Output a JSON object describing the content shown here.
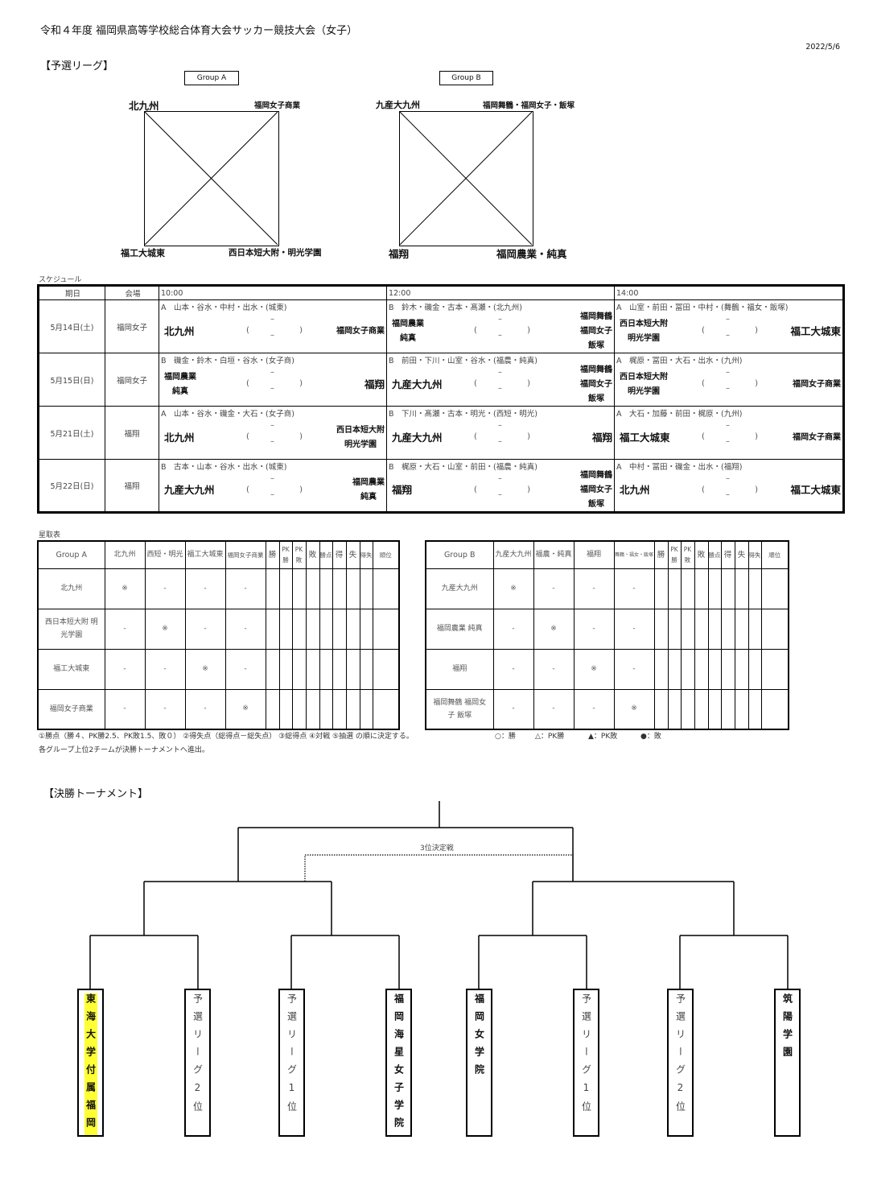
{
  "title": "令和４年度 福岡県高等学校総合体育大会サッカー競技大会（女子）",
  "date": "2022/5/6",
  "prelim_heading": "【予選リーグ】",
  "groupA": {
    "label": "Group A",
    "tl": "北九州",
    "tr": "福岡女子商業",
    "bl": "福工大城東",
    "br": "西日本短大附・明光学園"
  },
  "groupB": {
    "label": "Group B",
    "tl": "九産大九州",
    "tr": "福岡舞鶴・福岡女子・飯塚",
    "bl": "福翔",
    "br": "福岡農業・純真"
  },
  "schedule": {
    "label": "スケジュール",
    "headers": [
      "期日",
      "会場",
      "10:00",
      "12:00",
      "14:00"
    ],
    "score_parens": [
      "(",
      ")"
    ],
    "score_dash": "–",
    "rows": [
      {
        "date": "5月14日(土)",
        "venue": "福岡女子",
        "matches": [
          {
            "ref": "A　山本・谷水・中村・出水・(城東)",
            "left": [
              "北九州"
            ],
            "right": [
              "福岡女子商業"
            ]
          },
          {
            "ref": "B　鈴木・磯金・古本・髙瀬・(北九州)",
            "left": [
              "福岡農業",
              "純真"
            ],
            "right": [
              "福岡舞鶴",
              "福岡女子",
              "飯塚"
            ]
          },
          {
            "ref": "A　山室・前田・冨田・中村・(舞鶴・福女・飯塚)",
            "left": [
              "西日本短大附",
              "明光学園"
            ],
            "right": [
              "福工大城東"
            ]
          }
        ]
      },
      {
        "date": "5月15日(日)",
        "venue": "福岡女子",
        "matches": [
          {
            "ref": "B　磯金・鈴木・白垣・谷水・(女子商)",
            "left": [
              "福岡農業",
              "純真"
            ],
            "right": [
              "福翔"
            ]
          },
          {
            "ref": "B　前田・下川・山室・谷水・(福農・純真)",
            "left": [
              "九産大九州"
            ],
            "right": [
              "福岡舞鶴",
              "福岡女子",
              "飯塚"
            ]
          },
          {
            "ref": "A　梶原・冨田・大石・出水・(九州)",
            "left": [
              "西日本短大附",
              "明光学園"
            ],
            "right": [
              "福岡女子商業"
            ]
          }
        ]
      },
      {
        "date": "5月21日(土)",
        "venue": "福翔",
        "matches": [
          {
            "ref": "A　山本・谷水・磯金・大石・(女子商)",
            "left": [
              "北九州"
            ],
            "right": [
              "西日本短大附",
              "明光学園"
            ]
          },
          {
            "ref": "B　下川・髙瀬・古本・明光・(西短・明光)",
            "left": [
              "九産大九州"
            ],
            "right": [
              "福翔"
            ]
          },
          {
            "ref": "A　大石・加藤・前田・梶原・(九州)",
            "left": [
              "福工大城東"
            ],
            "right": [
              "福岡女子商業"
            ]
          }
        ]
      },
      {
        "date": "5月22日(日)",
        "venue": "福翔",
        "matches": [
          {
            "ref": "B　古本・山本・谷水・出水・(城東)",
            "left": [
              "九産大九州"
            ],
            "right": [
              "福岡農業",
              "純真"
            ]
          },
          {
            "ref": "B　梶原・大石・山室・前田・(福農・純真)",
            "left": [
              "福翔"
            ],
            "right": [
              "福岡舞鶴",
              "福岡女子",
              "飯塚"
            ]
          },
          {
            "ref": "A　中村・冨田・磯金・出水・(福翔)",
            "left": [
              "北九州"
            ],
            "right": [
              "福工大城東"
            ]
          }
        ]
      }
    ]
  },
  "standings": {
    "label": "星取表",
    "stat_headers": [
      "勝",
      "PK勝",
      "PK敗",
      "敗",
      "勝点",
      "得",
      "失",
      "得失",
      "順位"
    ],
    "groupA": {
      "title": "Group A",
      "cols": [
        "北九州",
        "西短・明光",
        "福工大城東",
        "福岡女子商業"
      ],
      "rows": [
        {
          "team": "北九州",
          "cells": [
            "※",
            "-",
            "-",
            "-"
          ]
        },
        {
          "team": "西日本短大附 明光学園",
          "cells": [
            "-",
            "※",
            "-",
            "-"
          ]
        },
        {
          "team": "福工大城東",
          "cells": [
            "-",
            "-",
            "※",
            "-"
          ]
        },
        {
          "team": "福岡女子商業",
          "cells": [
            "-",
            "-",
            "-",
            "※"
          ]
        }
      ]
    },
    "groupB": {
      "title": "Group B",
      "cols": [
        "九産大九州",
        "福農・純真",
        "福翔",
        "舞鶴・福女・飯塚"
      ],
      "rows": [
        {
          "team": "九産大九州",
          "cells": [
            "※",
            "-",
            "-",
            "-"
          ]
        },
        {
          "team": "福岡農業 純真",
          "cells": [
            "-",
            "※",
            "-",
            "-"
          ]
        },
        {
          "team": "福翔",
          "cells": [
            "-",
            "-",
            "※",
            "-"
          ]
        },
        {
          "team": "福岡舞鶴 福岡女子 飯塚",
          "cells": [
            "-",
            "-",
            "-",
            "※"
          ]
        }
      ]
    },
    "note1": "①勝点（勝４、PK勝2.5、PK敗1.5、敗０） ②得失点（総得点－総失点） ③総得点 ④対戦 ⑤抽選 の順に決定する。",
    "note2": "各グループ上位2チームが決勝トーナメントへ進出。",
    "legend": [
      "○：勝",
      "△：PK勝",
      "▲：PK敗",
      "●：敗"
    ]
  },
  "final": {
    "heading": "【決勝トーナメント】",
    "third_place": "3位決定戦",
    "teams": [
      {
        "name": "東海大学付属福岡",
        "style": "bold hl"
      },
      {
        "name": "予選リーグ2位",
        "style": "plain"
      },
      {
        "name": "予選リーグ1位",
        "style": "plain"
      },
      {
        "name": "福岡海星女子学院",
        "style": "bold"
      },
      {
        "name": "福岡女学院",
        "style": "bold"
      },
      {
        "name": "予選リーグ1位",
        "style": "plain"
      },
      {
        "name": "予選リーグ2位",
        "style": "plain"
      },
      {
        "name": "筑陽学園",
        "style": "bold"
      }
    ]
  }
}
